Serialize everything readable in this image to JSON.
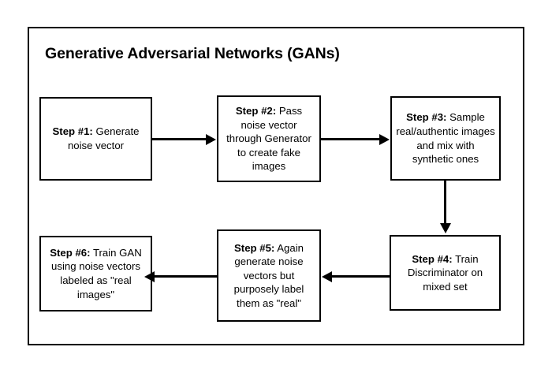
{
  "diagram": {
    "title": "Generative Adversarial Networks (GANs)",
    "type": "flowchart",
    "background_color": "#ffffff",
    "line_color": "#000000",
    "steps": [
      {
        "id": "step-1",
        "label": "Step #1:",
        "text": " Generate noise vector",
        "full_text": "Step #1: Generate noise vector"
      },
      {
        "id": "step-2",
        "label": "Step #2:",
        "text": " Pass noise vector through Generator to create fake images",
        "full_text": "Step #2: Pass noise vector through Generator to create fake images"
      },
      {
        "id": "step-3",
        "label": "Step #3:",
        "text": " Sample real/authentic images and mix with synthetic ones",
        "full_text": "Step #3: Sample real/authentic images and mix with synthetic ones"
      },
      {
        "id": "step-4",
        "label": "Step #4:",
        "text": " Train Discriminator on mixed set",
        "full_text": "Step #4: Train Discriminator on mixed set"
      },
      {
        "id": "step-5",
        "label": "Step #5:",
        "text": "  Again generate noise vectors but purposely label them as \"real\"",
        "full_text": "Step #5:  Again generate noise vectors but purposely label them as \"real\""
      },
      {
        "id": "step-6",
        "label": "Step #6:",
        "text": " Train GAN using noise vectors labeled as \"real images\"",
        "full_text": "Step #6: Train GAN using noise vectors labeled as \"real images\""
      }
    ],
    "connections": [
      {
        "id": "arrow-1",
        "from": "step-1",
        "to": "step-2",
        "direction": "right"
      },
      {
        "id": "arrow-2",
        "from": "step-2",
        "to": "step-3",
        "direction": "right"
      },
      {
        "id": "arrow-3",
        "from": "step-3",
        "to": "step-4",
        "direction": "down"
      },
      {
        "id": "arrow-4",
        "from": "step-4",
        "to": "step-5",
        "direction": "left"
      },
      {
        "id": "arrow-5",
        "from": "step-5",
        "to": "step-6",
        "direction": "left"
      }
    ]
  }
}
